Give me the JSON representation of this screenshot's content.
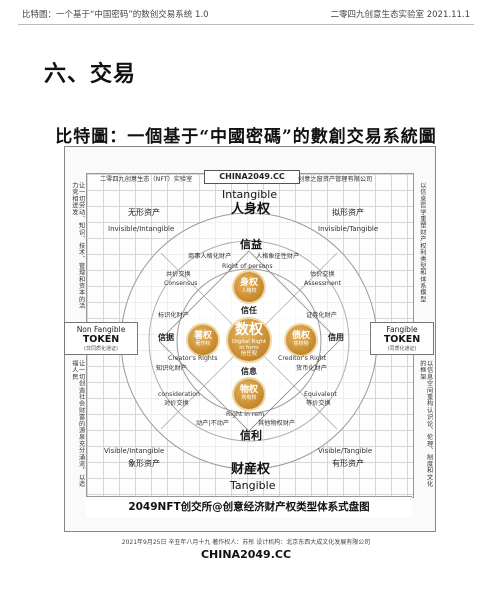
{
  "header": {
    "left": "比特圖：一个基于“中国密码”的数创交易系统 1.0",
    "right": "二零四九创意生态实验室   2021.11.1"
  },
  "section_title": "六、交易",
  "figure_title": "比特圖：一個基于“中國密碼”的數創交易系統圖",
  "diagram": {
    "brand_top": "CHINA2049.CC",
    "top_left_org": "二零四九创意生态（NFT）实验室",
    "top_right_org": "创意之窗资产管理有限公司",
    "top_intangible": "Intangible",
    "top_person": "人身权",
    "invisible_cn": "无形资产",
    "invisible_en": "Invisible/Intangible",
    "quasi_cn": "拟形资产",
    "quasi_en": "Invisible/Tangible",
    "xinyi": "信益",
    "commercial_personality": "商事人格化财产",
    "personal_symbol": "人格象征性财产",
    "right_of_persons": "Right of persons",
    "gongjia": "共价交换",
    "consensus": "Consensus",
    "gujia": "估价交换",
    "assessment": "Assessment",
    "xinren": "信任",
    "biaoshi": "标识化财产",
    "zhengquan": "证券化财产",
    "xinju": "信据",
    "xinyong": "信用",
    "creators_rights": "Creator's Rights",
    "creditors_right": "Creditor's Right",
    "zhishi": "知识化财产",
    "huobi": "货币化财产",
    "xinxi": "信息",
    "consideration": "consideration",
    "duijia": "对价交换",
    "equivalent": "Equivalent",
    "dengjia": "等价交换",
    "right_in_rem": "Right  in  rem",
    "dongchan": "动产|不动产",
    "qita": "其他物权财产",
    "xinli": "信利",
    "visible_cn": "象形资产",
    "visible_en": "Visible/Intangible",
    "tangible_cn": "有形资产",
    "tangible_en": "Visible/Tangible",
    "caichan": "财産权",
    "tangible": "Tangible",
    "left_token": {
      "line1": "Non Fangible",
      "line2": "TOKEN",
      "line3": "(非同质化通证)"
    },
    "right_token": {
      "line1": "Fangible",
      "line2": "TOKEN",
      "line3": "(同质化通证)"
    },
    "orbs": {
      "center": {
        "a": "数权",
        "b1": "Digital Right",
        "b2": "in form",
        "b3": "信任权"
      },
      "top": {
        "a": "身权",
        "b": "人格权"
      },
      "left": {
        "a": "著权",
        "b": "著作权"
      },
      "right": {
        "a": "债权",
        "b": "债权物"
      },
      "bottom": {
        "a": "物权",
        "b": "所有权"
      }
    },
    "left_vertical_top": "让一切劳动、知识、技术、管理和资本的活力竞相迸发",
    "left_vertical_bottom": "让一切创造社会财富的源泉充分涌流，以造福人民",
    "right_vertical_top": "以信息哲学重塑财产权利类型和体系模型",
    "right_vertical_bottom": "以信息空间重构认识论、伦理、制度和文化的框架",
    "bottom_bar": "2049NFT创交所@创意经济财产权类型体系式盘图"
  },
  "footer": {
    "line": "2021年9月25日  辛丑年八月十九  著作权人：苏彤   设计机构：北京东西大成文化发展有限公司",
    "brand": "CHINA2049.CC"
  }
}
